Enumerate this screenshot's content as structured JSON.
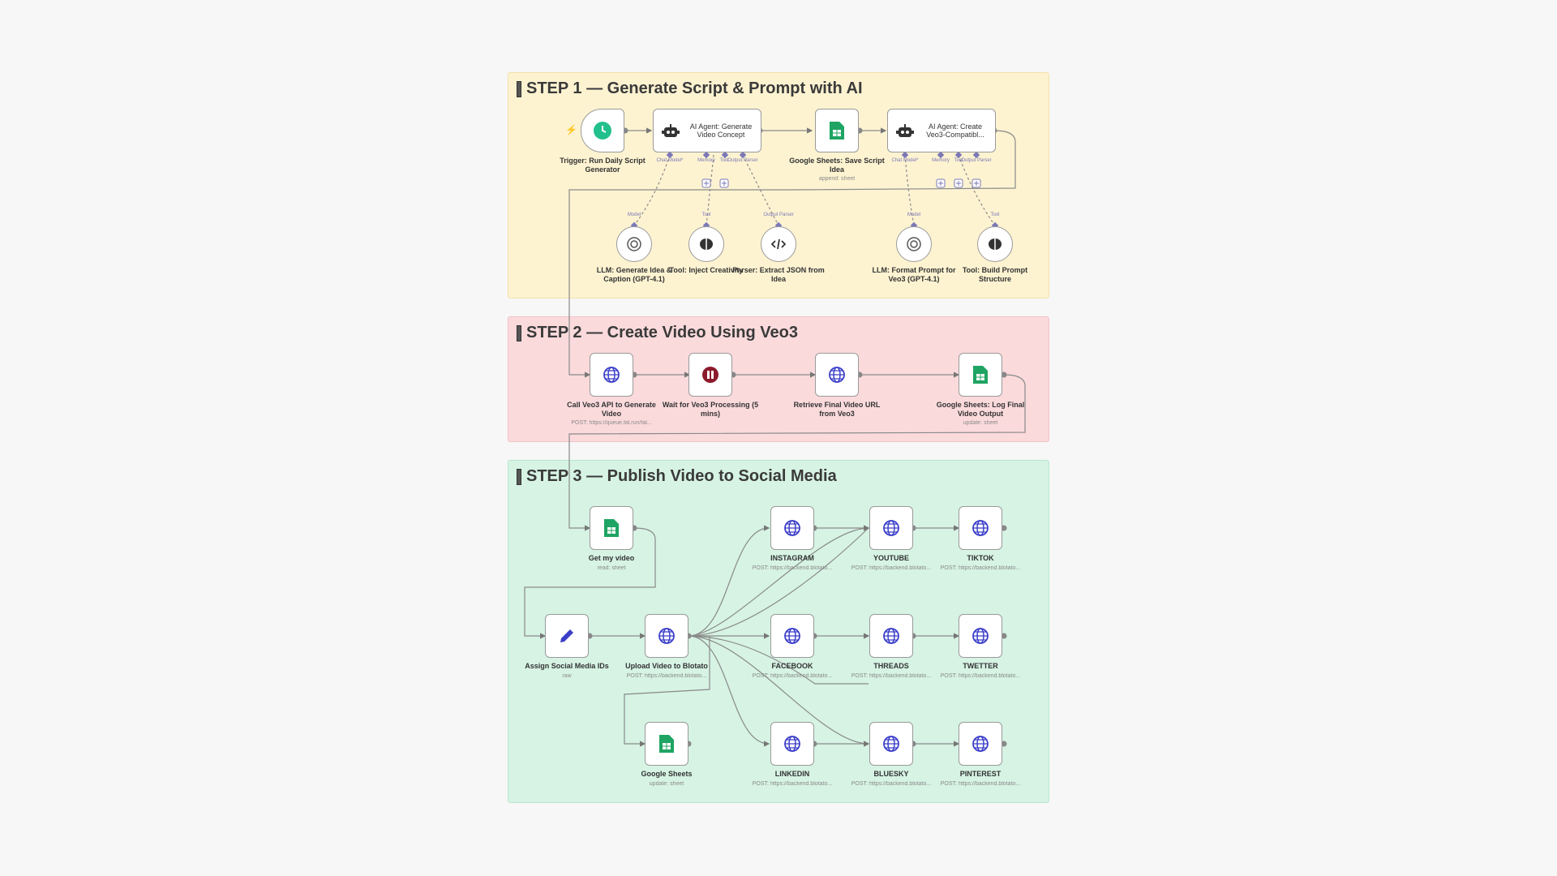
{
  "steps": {
    "step1": {
      "title": "STEP 1 — Generate Script & Prompt with AI"
    },
    "step2": {
      "title": "STEP 2 — Create Video Using Veo3"
    },
    "step3": {
      "title": "STEP 3 — Publish Video to Social Media"
    }
  },
  "nodes": {
    "trigger": {
      "label": "Trigger: Run Daily Script Generator",
      "icon": "clock-icon"
    },
    "agent1": {
      "label": "AI Agent: Generate Video Concept",
      "icon": "robot-icon",
      "ports": [
        "Chat Model*",
        "Memory",
        "Tool",
        "Output Parser"
      ]
    },
    "sheets_save": {
      "label": "Google Sheets: Save Script Idea",
      "sub": "append: sheet",
      "icon": "sheets-icon"
    },
    "agent2": {
      "label": "AI Agent: Create Veo3-Compatibl...",
      "icon": "robot-icon",
      "ports": [
        "Chat Model*",
        "Memory",
        "Tool",
        "Output Parser"
      ]
    },
    "llm1": {
      "label": "LLM: Generate Idea & Caption (GPT-4.1)",
      "port": "Model",
      "icon": "openai-icon"
    },
    "tool1": {
      "label": "Tool: Inject Creativity",
      "port": "Tool",
      "icon": "brain-icon"
    },
    "parser": {
      "label": "Parser: Extract JSON from Idea",
      "port": "Output Parser",
      "icon": "code-icon"
    },
    "llm2": {
      "label": "LLM: Format Prompt for Veo3 (GPT-4.1)",
      "port": "Model",
      "icon": "openai-icon"
    },
    "tool2": {
      "label": "Tool: Build Prompt Structure",
      "port": "Tool",
      "icon": "brain-icon"
    },
    "call_veo3": {
      "label": "Call Veo3 API to Generate Video",
      "sub": "POST: https://queue.fal.run/fal...",
      "icon": "globe-icon"
    },
    "wait": {
      "label": "Wait for Veo3 Processing (5 mins)",
      "icon": "pause-icon"
    },
    "retrieve": {
      "label": "Retrieve Final Video URL from Veo3",
      "icon": "globe-icon"
    },
    "sheets_log": {
      "label": "Google Sheets: Log Final Video Output",
      "sub": "update: sheet",
      "icon": "sheets-icon"
    },
    "get_video": {
      "label": "Get my video",
      "sub": "read: sheet",
      "icon": "sheets-icon"
    },
    "assign": {
      "label": "Assign Social Media IDs",
      "sub": "raw",
      "icon": "pencil-icon"
    },
    "upload": {
      "label": "Upload Video to Blotato",
      "sub": "POST: https://backend.blotato...",
      "icon": "globe-icon"
    },
    "sheets3": {
      "label": "Google Sheets",
      "sub": "update: sheet",
      "icon": "sheets-icon"
    },
    "instagram": {
      "label": "INSTAGRAM",
      "sub": "POST: https://backend.blotato...",
      "icon": "globe-icon"
    },
    "youtube": {
      "label": "YOUTUBE",
      "sub": "POST: https://backend.blotato...",
      "icon": "globe-icon"
    },
    "tiktok": {
      "label": "TIKTOK",
      "sub": "POST: https://backend.blotato...",
      "icon": "globe-icon"
    },
    "facebook": {
      "label": "FACEBOOK",
      "sub": "POST: https://backend.blotato...",
      "icon": "globe-icon"
    },
    "threads": {
      "label": "THREADS",
      "sub": "POST: https://backend.blotato...",
      "icon": "globe-icon"
    },
    "twitter": {
      "label": "TWETTER",
      "sub": "POST: https://backend.blotato...",
      "icon": "globe-icon"
    },
    "linkedin": {
      "label": "LINKEDIN",
      "sub": "POST: https://backend.blotato...",
      "icon": "globe-icon"
    },
    "bluesky": {
      "label": "BLUESKY",
      "sub": "POST: https://backend.blotato...",
      "icon": "globe-icon"
    },
    "pinterest": {
      "label": "PINTEREST",
      "sub": "POST: https://backend.blotato...",
      "icon": "globe-icon"
    }
  },
  "colors": {
    "step1": "#fdf3d1",
    "step2": "#fbdadc",
    "step3": "#d6f3e4",
    "globe": "#3b3fc8",
    "sheets": "#1fa463",
    "trigger": "#22c08c",
    "wait": "#8b1a2b",
    "port": "#7b78b8"
  }
}
